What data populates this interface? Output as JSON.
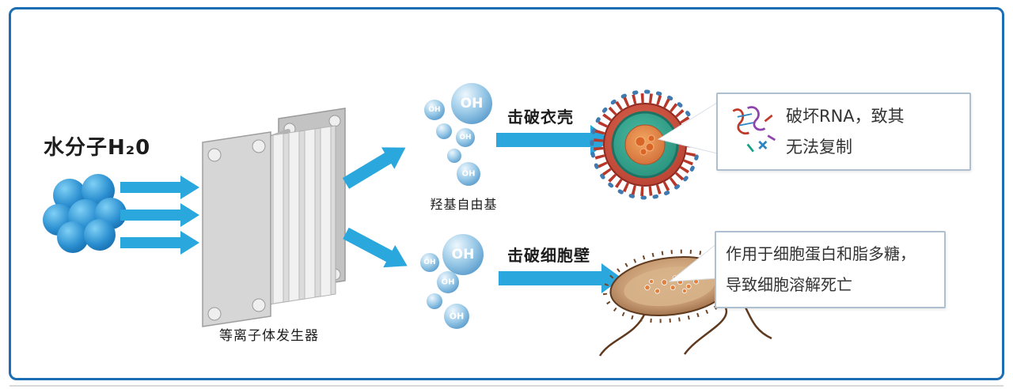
{
  "labels": {
    "water": "水分子H₂0",
    "generator": "等离子体发生器",
    "radical": "羟基自由基",
    "oh": "OH",
    "break_capsid": "击破衣壳",
    "break_cell_wall": "击破细胞壁"
  },
  "callouts": {
    "rna": {
      "line1": "破坏RNA，致其",
      "line2": "无法复制"
    },
    "cell": {
      "line1": "作用于细胞蛋白和脂多糖，",
      "line2": "导致细胞溶解死亡"
    }
  },
  "colors": {
    "border": "#1c6eb4",
    "arrow": "#2aa7dc",
    "water_sphere": "#1a7ac0",
    "oh_sphere": "#4b92c8",
    "generator_gray": "#cccccc",
    "virus_shell": "#b5392c",
    "virus_inner": "#2f9e8c",
    "bacterium": "#9c6a43",
    "callout_border": "#aebfd0"
  }
}
